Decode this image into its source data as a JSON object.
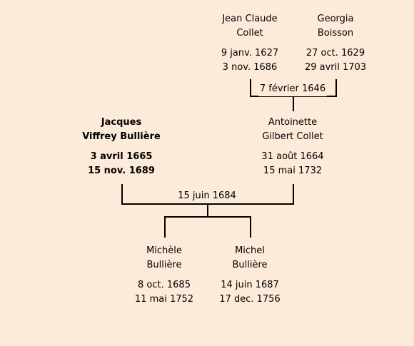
{
  "people": {
    "jean_claude": {
      "name1": "Jean Claude",
      "name2": "Collet",
      "birth": "9 janv. 1627",
      "death": "3 nov. 1686"
    },
    "georgia": {
      "name1": "Georgia",
      "name2": "Boisson",
      "birth": "27 oct. 1629",
      "death": "29 avril 1703"
    },
    "jacques": {
      "name1": "Jacques",
      "name2": "Viffrey Bullière",
      "birth": "3 avril 1665",
      "death": "15 nov. 1689"
    },
    "antoinette": {
      "name1": "Antoinette",
      "name2": "Gilbert Collet",
      "birth": "31 août 1664",
      "death": "15 mai 1732"
    },
    "michele": {
      "name1": "Michèle",
      "name2": "Bullière",
      "birth": "8 oct. 1685",
      "death": "11 mai 1752"
    },
    "michel": {
      "name1": "Michel",
      "name2": "Bullière",
      "birth": "14 juin 1687",
      "death": "17 dec. 1756"
    }
  },
  "marriages": {
    "top": "7 février 1646",
    "middle": "15 juin 1684"
  }
}
